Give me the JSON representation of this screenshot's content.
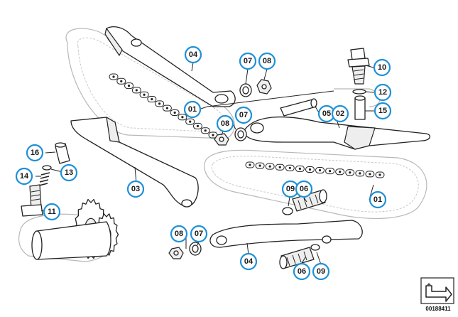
{
  "diagram": {
    "callouts": {
      "c04_top": "04",
      "c07_top": "07",
      "c08_top": "08",
      "c10": "10",
      "c12": "12",
      "c15": "15",
      "c05": "05",
      "c02": "02",
      "c01_top": "01",
      "c08_mid": "08",
      "c07_mid": "07",
      "c16": "16",
      "c14": "14",
      "c13": "13",
      "c03": "03",
      "c11": "11",
      "c09_mid": "09",
      "c06_mid": "06",
      "c01_right": "01",
      "c08_bot": "08",
      "c07_bot": "07",
      "c04_bot": "04",
      "c06_bot": "06",
      "c09_bot": "09"
    },
    "figure_number": "00188411"
  },
  "colors": {
    "callout_ring": "#1e90d6",
    "line": "#222222",
    "ghost": "#b8b8b8"
  }
}
